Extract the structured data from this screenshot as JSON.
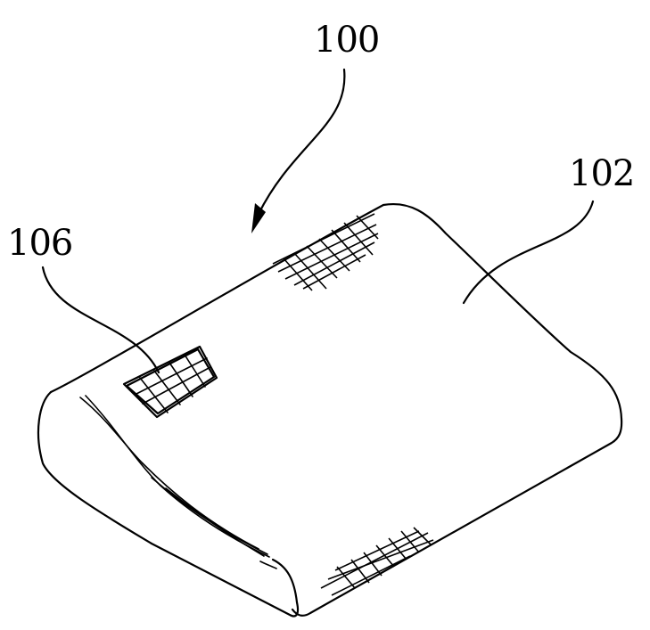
{
  "figure": {
    "labels": {
      "assembly": "100",
      "body": "102",
      "panel": "106"
    },
    "colors": {
      "ink": "#000000",
      "background": "#ffffff"
    }
  }
}
